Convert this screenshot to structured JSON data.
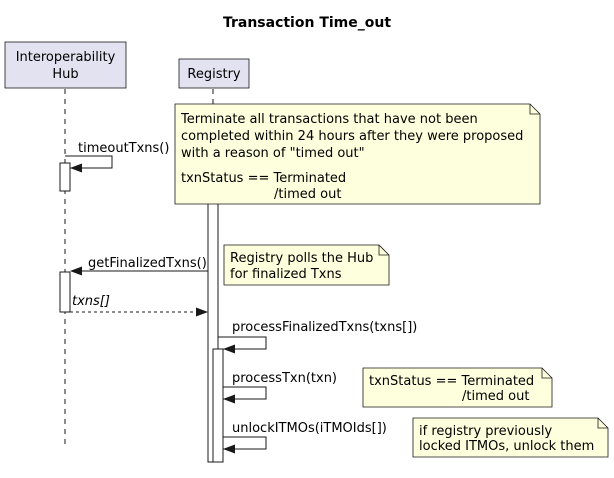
{
  "title": "Transaction Time_out",
  "participants": {
    "hub": {
      "line1": "Interoperability",
      "line2": "Hub"
    },
    "registry": {
      "name": "Registry"
    }
  },
  "messages": {
    "timeout": "timeoutTxns()",
    "get_finalized": "getFinalizedTxns()",
    "txns_return": "txns[]",
    "process_finalized": "processFinalizedTxns(txns[])",
    "process_txn": "processTxn(txn)",
    "unlock": "unlockITMOs(iTMOIds[])"
  },
  "notes": {
    "terminate": {
      "line1": "Terminate all transactions that have not been",
      "line2": "completed within 24 hours after they were proposed",
      "line3": "with a reason of \"timed out\"",
      "line4": "txnStatus == Terminated",
      "line5": "/timed out"
    },
    "polls": {
      "line1": "Registry polls the Hub",
      "line2": "for finalized Txns"
    },
    "status": {
      "line1": "txnStatus == Terminated",
      "line2": "/timed out"
    },
    "unlock": {
      "line1": "if registry previously",
      "line2": "locked ITMOs, unlock them"
    }
  },
  "colors": {
    "participant_fill": "#E2E2F0",
    "note_fill": "#FEFFDD",
    "line": "#181818"
  }
}
